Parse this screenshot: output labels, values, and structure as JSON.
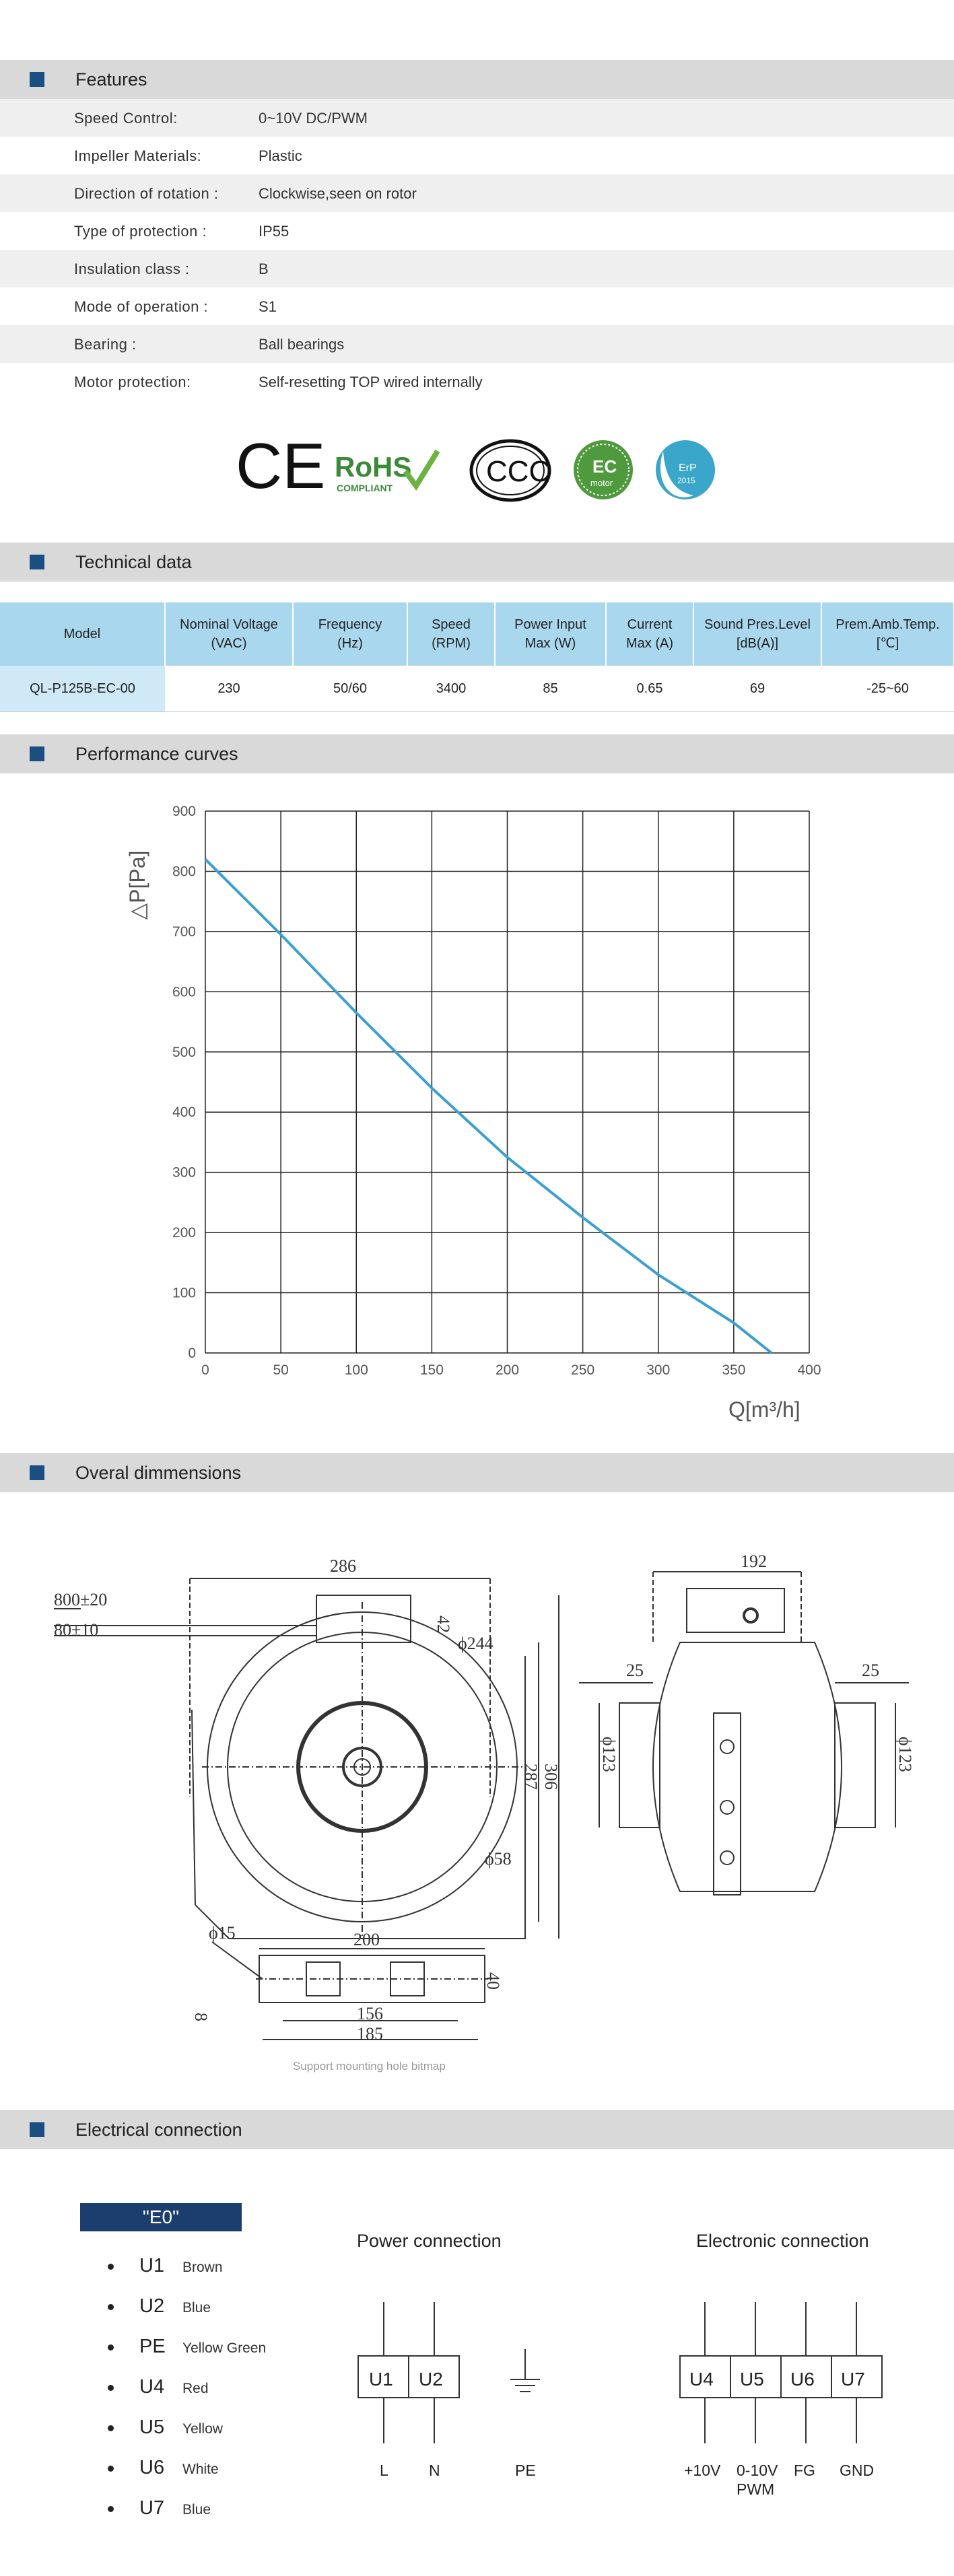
{
  "sections": {
    "features": "Features",
    "technical": "Technical data",
    "performance": "Performance curves",
    "dimensions": "Overal dimmensions",
    "electrical": "Electrical  connection"
  },
  "features": [
    {
      "label": "Speed Control:",
      "value": "0~10V DC/PWM"
    },
    {
      "label": "Impeller  Materials:",
      "value": "Plastic"
    },
    {
      "label": "Direction  of  rotation  :",
      "value": "Clockwise,seen on rotor"
    },
    {
      "label": "Type of protection :",
      "value": "IP55"
    },
    {
      "label": "Insulation  class :",
      "value": "B"
    },
    {
      "label": "Mode of operation :",
      "value": "S1"
    },
    {
      "label": "Bearing :",
      "value": "Ball bearings"
    },
    {
      "label": "Motor protection:",
      "value": "Self-resetting TOP wired internally"
    }
  ],
  "certifications": {
    "ce": "CE",
    "rohs": "RoHS",
    "rohs_sub": "COMPLIANT",
    "ccc": "CCC",
    "ec": "EC",
    "ec_sub": "motor",
    "erp": "ErP",
    "erp_year": "2015"
  },
  "tech_table": {
    "headers": [
      [
        "Model",
        ""
      ],
      [
        "Nominal Voltage",
        "(VAC)"
      ],
      [
        "Frequency",
        "(Hz)"
      ],
      [
        "Speed",
        "(RPM)"
      ],
      [
        "Power Input",
        "Max (W)"
      ],
      [
        "Current",
        "Max (A)"
      ],
      [
        "Sound Pres.Level",
        "[dB(A)]"
      ],
      [
        "Prem.Amb.Temp.",
        "[℃]"
      ]
    ],
    "row": [
      "QL-P125B-EC-00",
      "230",
      "50/60",
      "3400",
      "85",
      "0.65",
      "69",
      "-25~60"
    ]
  },
  "chart_data": {
    "type": "line",
    "xlabel": "Q[m³/h]",
    "ylabel": "△P[Pa]",
    "xlim": [
      0,
      400
    ],
    "ylim": [
      0,
      900
    ],
    "x_ticks": [
      "0",
      "50",
      "100",
      "150",
      "200",
      "250",
      "300",
      "350",
      "400"
    ],
    "y_ticks": [
      "0",
      "100",
      "200",
      "300",
      "400",
      "500",
      "600",
      "700",
      "800",
      "900"
    ],
    "grid": true,
    "color": "#3a9fd1",
    "series": [
      {
        "x": [
          0,
          50,
          100,
          150,
          200,
          250,
          300,
          350,
          375
        ],
        "y": [
          820,
          695,
          565,
          440,
          325,
          225,
          130,
          50,
          0
        ]
      }
    ]
  },
  "dimensions": {
    "front": {
      "d286": "286",
      "d800": "800±20",
      "d80": "80±10",
      "d42": "42",
      "d244": "ϕ244",
      "d287": "287",
      "d306": "306",
      "d58": "ϕ58"
    },
    "side": {
      "d192": "192",
      "d25a": "25",
      "d25b": "25",
      "d123a": "ϕ123",
      "d123b": "ϕ123"
    },
    "mount": {
      "d15": "ϕ15",
      "d200": "200",
      "d40": "40",
      "d8": "8",
      "d156": "156",
      "d185": "185"
    },
    "caption": "Support mounting hole bitmap"
  },
  "electrical": {
    "badge": "\"E0\"",
    "wires": [
      {
        "code": "U1",
        "color": "Brown"
      },
      {
        "code": "U2",
        "color": "Blue"
      },
      {
        "code": "PE",
        "color": "Yellow Green"
      },
      {
        "code": "U4",
        "color": "Red"
      },
      {
        "code": "U5",
        "color": "Yellow"
      },
      {
        "code": "U6",
        "color": "White"
      },
      {
        "code": "U7",
        "color": "Blue"
      }
    ],
    "power_title": "Power connection",
    "power_terms": [
      "U1",
      "U2"
    ],
    "power_labels": [
      "L",
      "N",
      "PE"
    ],
    "elec_title": "Electronic connection",
    "elec_terms": [
      "U4",
      "U5",
      "U6",
      "U7"
    ],
    "elec_labels": [
      "+10V",
      "0-10V",
      "PWM",
      "FG",
      "GND"
    ]
  },
  "colors": {
    "accent": "#1a4f82",
    "table_header": "#a9d8ee",
    "curve": "#3a9fd1",
    "badge": "#1c3e6e"
  }
}
